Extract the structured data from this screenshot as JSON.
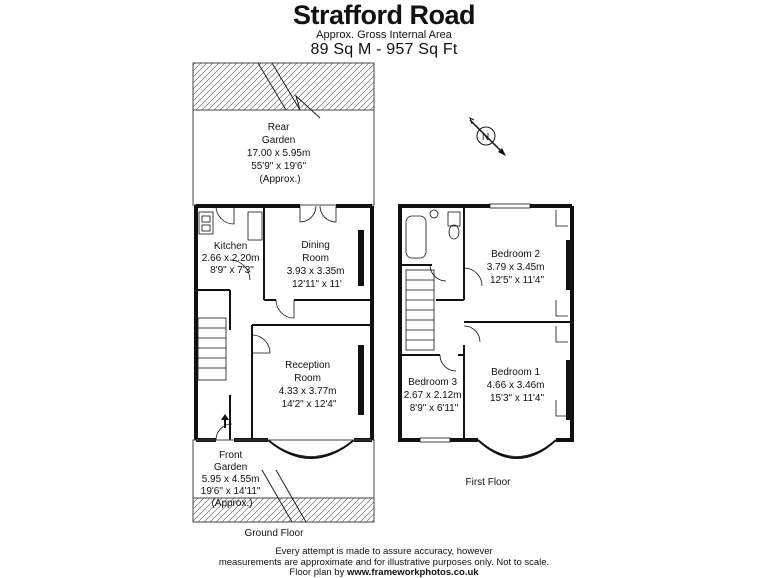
{
  "header": {
    "title": "Strafford Road",
    "subtitle": "Approx. Gross Internal Area",
    "area": "89 Sq M - 957 Sq Ft"
  },
  "rooms": {
    "rear_garden": {
      "lines": [
        "Rear",
        "Garden",
        "17.00 x 5.95m",
        "55'9\" x 19'6\"",
        "(Approx.)"
      ]
    },
    "kitchen": {
      "lines": [
        "Kitchen",
        "2.66 x 2.20m",
        "8'9\" x 7'3\""
      ]
    },
    "dining": {
      "lines": [
        "Dining",
        "Room",
        "3.93 x 3.35m",
        "12'11\" x 11'"
      ]
    },
    "reception": {
      "lines": [
        "Reception",
        "Room",
        "4.33 x 3.77m",
        "14'2\" x 12'4\""
      ]
    },
    "front_garden": {
      "lines": [
        "Front",
        "Garden",
        "5.95 x 4.55m",
        "19'6\" x 14'11\"",
        "(Approx.)"
      ]
    },
    "bedroom2": {
      "lines": [
        "Bedroom 2",
        "3.79 x 3.45m",
        "12'5\" x 11'4\""
      ]
    },
    "bedroom1": {
      "lines": [
        "Bedroom 1",
        "4.66 x 3.46m",
        "15'3\" x 11'4\""
      ]
    },
    "bedroom3": {
      "lines": [
        "Bedroom 3",
        "2.67 x 2.12m",
        "8'9\" x 6'11\""
      ]
    }
  },
  "floors": {
    "ground": "Ground Floor",
    "first": "First Floor"
  },
  "compass": {
    "label": "N"
  },
  "footer": {
    "line1": "Every attempt is made to assure accuracy, however",
    "line2": "measurements are approximate and for illustrative purposes only. Not to scale.",
    "line3_prefix": "Floor plan by",
    "line3_site": "www.frameworkphotos.co.uk"
  }
}
